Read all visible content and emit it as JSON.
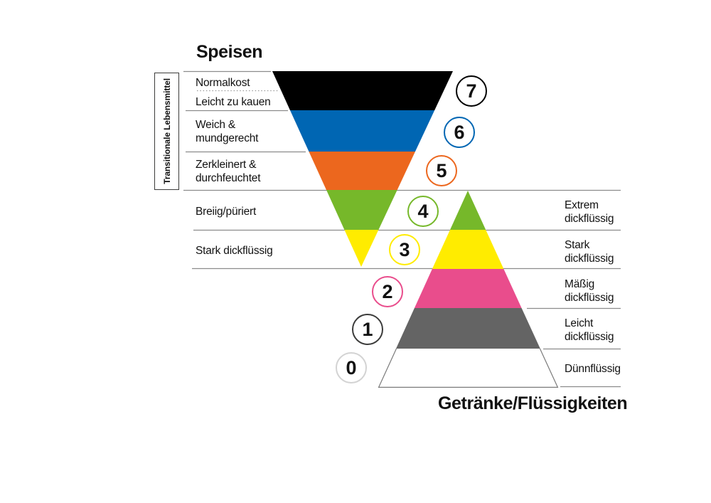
{
  "titles": {
    "foods": "Speisen",
    "drinks": "Getränke/Flüssigkeiten"
  },
  "bracket_label": "Transitionale Lebensmittel",
  "food_labels": [
    "Normalkost",
    "Leicht zu kauen",
    "Weich &\nmundgerecht",
    "Zerkleinert &\ndurchfeuchtet",
    "Breiig/püriert",
    "Stark dickflüssig"
  ],
  "drink_labels": [
    "Extrem\ndickflüssig",
    "Stark\ndickflüssig",
    "Mäßig\ndickflüssig",
    "Leicht\ndickflüssig",
    "Dünnflüssig"
  ],
  "levels": [
    {
      "num": "7",
      "color": "#000000"
    },
    {
      "num": "6",
      "color": "#0066B3"
    },
    {
      "num": "5",
      "color": "#EC671E"
    },
    {
      "num": "4",
      "color": "#76B82A"
    },
    {
      "num": "3",
      "color": "#FFEC00"
    },
    {
      "num": "2",
      "color": "#E94D8C"
    },
    {
      "num": "1",
      "color": "#3C3C3B"
    },
    {
      "num": "0",
      "color": "#D3D3D3"
    }
  ],
  "band_colors": {
    "food_level7": "#000000",
    "food_level6": "#0066B3",
    "food_level5": "#EC671E",
    "food_level4": "#76B82A",
    "food_level3": "#FFEC00",
    "drink_level4": "#76B82A",
    "drink_level3": "#FFEC00",
    "drink_level2": "#E94D8C",
    "drink_level1": "#646464",
    "drink_level0": "#FFFFFF"
  },
  "line_color": "#8c8c8c"
}
